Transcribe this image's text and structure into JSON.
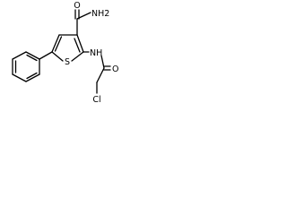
{
  "molecule": {
    "atom_labels": {
      "carbonyl_oxygen_top": "O",
      "amide_nh2": "NH2",
      "thiophene_sulfur": "S",
      "amide_nh": "NH",
      "carbonyl_oxygen_right": "O",
      "chlorine": "Cl"
    }
  }
}
